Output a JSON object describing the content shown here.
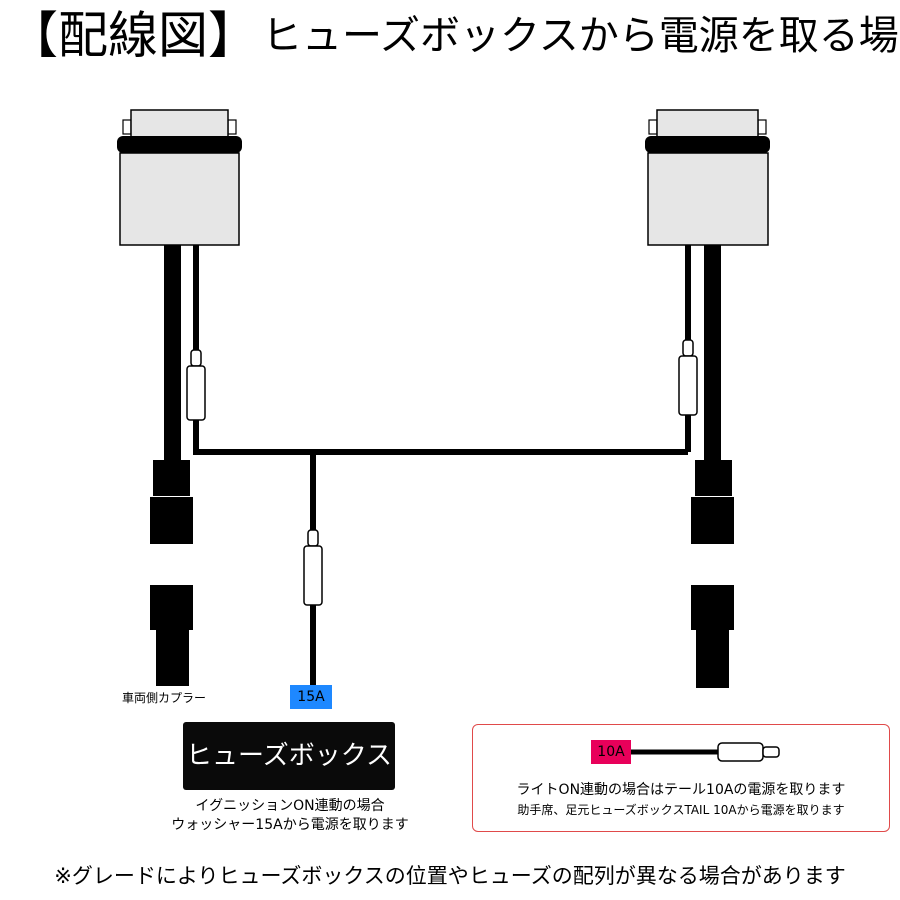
{
  "title": {
    "bracket_text": "【配線図】",
    "subtitle": "ヒューズボックスから電源を取る場合"
  },
  "labels": {
    "coupler": "車両側カプラー",
    "fuse_15a": "15A",
    "fuse_box": "ヒューズボックス",
    "fuse_box_note_1": "イグニッションON連動の場合",
    "fuse_box_note_2": "ウォッシャー15Aから電源を取ります",
    "fuse_10a": "10A",
    "light_note_1": "ライトON連動の場合はテール10Aの電源を取ります",
    "light_note_2": "助手席、足元ヒューズボックスTAIL 10Aから電源を取ります"
  },
  "footer": "※グレードによりヒューズボックスの位置やヒューズの配列が異なる場合があります",
  "colors": {
    "fuse_15a": "#1e88ff",
    "fuse_10a": "#e8005a",
    "note_border": "#e04a4a",
    "wire": "#000000",
    "device_body": "#e6e6e6"
  }
}
